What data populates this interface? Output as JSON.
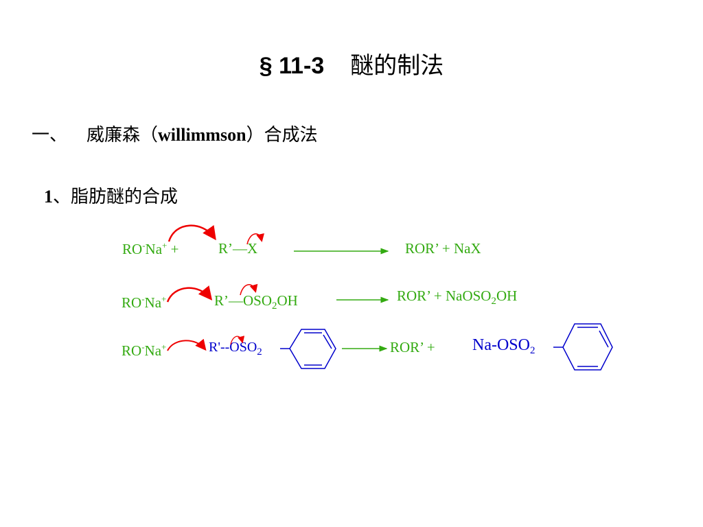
{
  "title": {
    "section": "§ 11-3",
    "name": "醚的制法"
  },
  "heading1": {
    "marker": "一、",
    "prefix": "威廉森（",
    "latin": "willimmson",
    "suffix": "）合成法"
  },
  "heading2": {
    "number": "1",
    "text": "、脂肪醚的合成"
  },
  "reactions": {
    "r1": {
      "reagent_base": "RO",
      "reagent_minus": "-",
      "reagent_na": "Na",
      "reagent_plus": "+",
      "plus_sign": " + ",
      "substrate": "R’—X",
      "product": "ROR’ + NaX"
    },
    "r2": {
      "reagent_base": "RO",
      "reagent_minus": "-",
      "reagent_na": "Na",
      "reagent_plus": "+",
      "substrate_a": "R’—OSO",
      "substrate_sub": "2",
      "substrate_b": "OH",
      "product_a": "ROR’ + NaOSO",
      "product_sub": "2",
      "product_b": "OH"
    },
    "r3": {
      "reagent_base": "RO",
      "reagent_minus": "-",
      "reagent_na": "Na",
      "reagent_plus": "+",
      "substrate_a": "R'--OSO",
      "substrate_sub": "2",
      "product": "ROR’ + ",
      "byproduct_a": "Na-OSO",
      "byproduct_sub": "2"
    }
  },
  "colors": {
    "text": "#000000",
    "formula": "#33aa11",
    "blue_formula": "#0000cc",
    "arrow": "#ee0000",
    "bond": "#0000cc"
  }
}
